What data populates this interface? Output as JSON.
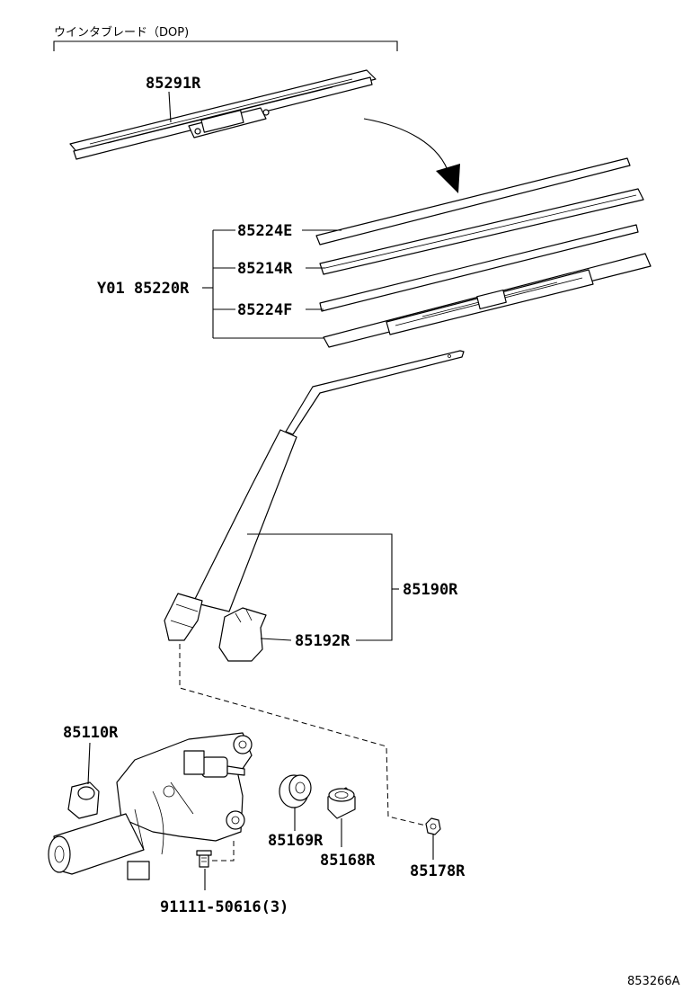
{
  "header": {
    "caption": "ウインタブレード（DOP)"
  },
  "parts": {
    "blade_dop": "85291R",
    "rubber_e": "85224E",
    "blade_assembly_group": "Y01 85220R",
    "rubber_main": "85214R",
    "rubber_f": "85224F",
    "arm": "85190R",
    "arm_cap": "85192R",
    "motor": "85110R",
    "cushion_seal": "85169R",
    "cushion": "85168R",
    "nut": "85178R",
    "bolt": "91111-50616(3)"
  },
  "footer": {
    "diagram_code": "853266A"
  }
}
